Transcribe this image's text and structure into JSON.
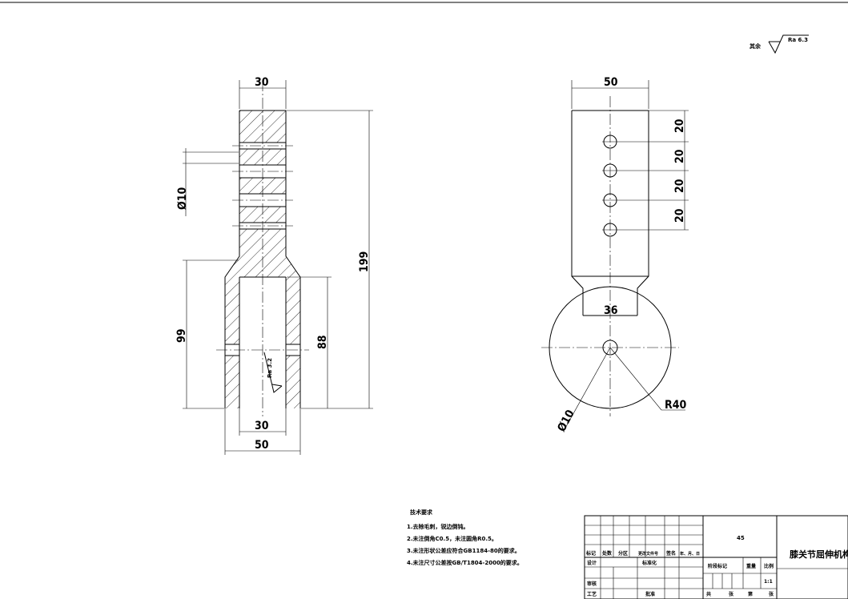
{
  "surface_note": {
    "label": "其余",
    "roughness": "Ra 6.3"
  },
  "left_view": {
    "dim_top_width": "30",
    "dim_hole_dia": "Ø10",
    "dim_total_height": "199",
    "dim_lower_height": "99",
    "dim_bore_depth": "88",
    "dim_bore_width": "30",
    "dim_bottom_width": "50",
    "roughness_inner": "Ra 3.2"
  },
  "right_view": {
    "dim_top_width": "50",
    "dim_pitch_1": "20",
    "dim_pitch_2": "20",
    "dim_pitch_3": "20",
    "dim_pitch_4": "20",
    "dim_neck_width": "36",
    "dim_radius": "R40",
    "dim_hole_dia": "Ø10"
  },
  "tech_requirements": {
    "title": "技术要求",
    "items": [
      "1.去除毛刺，锐边倒钝。",
      "2.未注倒角C0.5，未注圆角R0.5。",
      "3.未注形状公差应符合GB1184-80的要求。",
      "4.未注尺寸公差按GB/T1804-2000的要求。"
    ]
  },
  "title_block": {
    "material": "45",
    "part_name": "膝关节屈伸机构",
    "h_mark": "标记",
    "h_count": "处数",
    "h_zone": "分区",
    "h_docno": "更改文件号",
    "h_sign": "签名",
    "h_date": "年、月、日",
    "design": "设计",
    "standardize": "标准化",
    "stage_mark": "阶段标记",
    "weight": "重量",
    "scale_label": "比例",
    "scale_value": "1:1",
    "check": "审核",
    "process": "工艺",
    "approve": "批准",
    "total": "共",
    "sheets": "张",
    "page": "第",
    "sheets2": "张"
  }
}
